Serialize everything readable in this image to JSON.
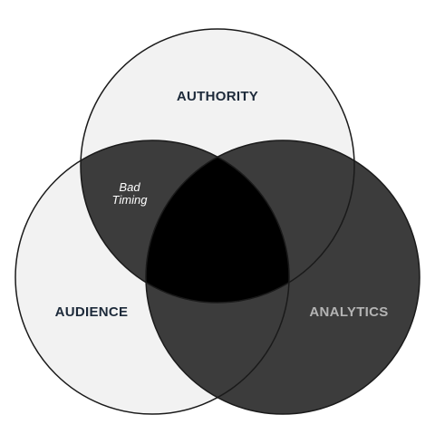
{
  "colors": {
    "background": "#ffffff",
    "light_fill": "#f2f2f2",
    "dark_fill": "#3c3c3c",
    "black_fill": "#000000",
    "outline": "#1a1a1a",
    "label_navy": "#1d2a3a",
    "label_grey": "#b4b4b4",
    "label_white": "#ffffff"
  },
  "circles": {
    "authority": {
      "label": "AUTHORITY"
    },
    "audience": {
      "label": "AUDIENCE"
    },
    "analytics": {
      "label": "ANALYTICS"
    }
  },
  "overlaps": {
    "authority_audience": {
      "line1": "Bad",
      "line2": "Timing"
    }
  }
}
